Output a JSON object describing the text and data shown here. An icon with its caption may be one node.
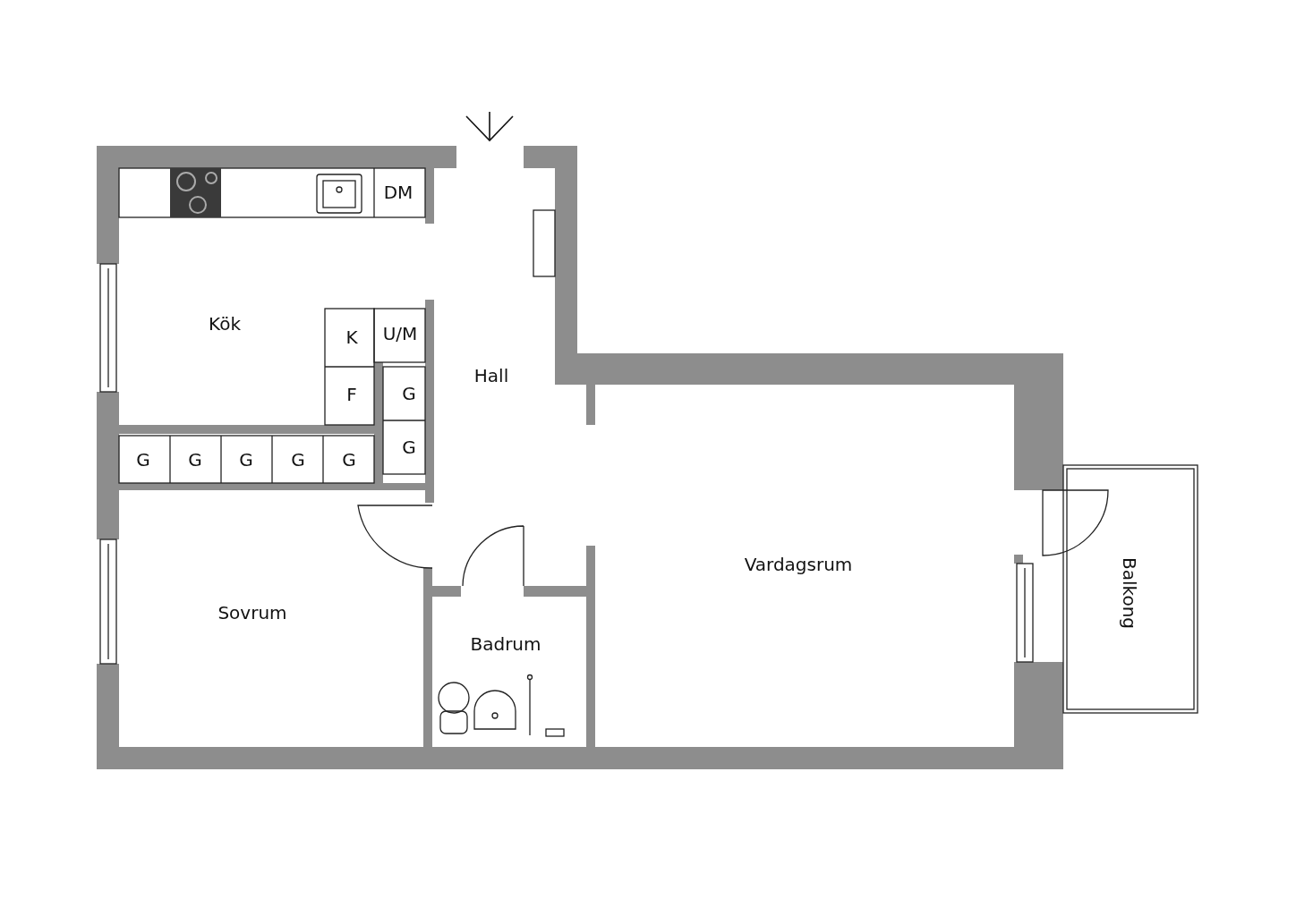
{
  "diagram": {
    "labels": [
      "DM",
      "Kök",
      "U/M",
      "K",
      "Hall",
      "G",
      "F",
      "G",
      "G",
      "G",
      "G",
      "G",
      "G",
      "Vardagsrum",
      "Balkong",
      "Sovrum",
      "Badrum"
    ]
  }
}
